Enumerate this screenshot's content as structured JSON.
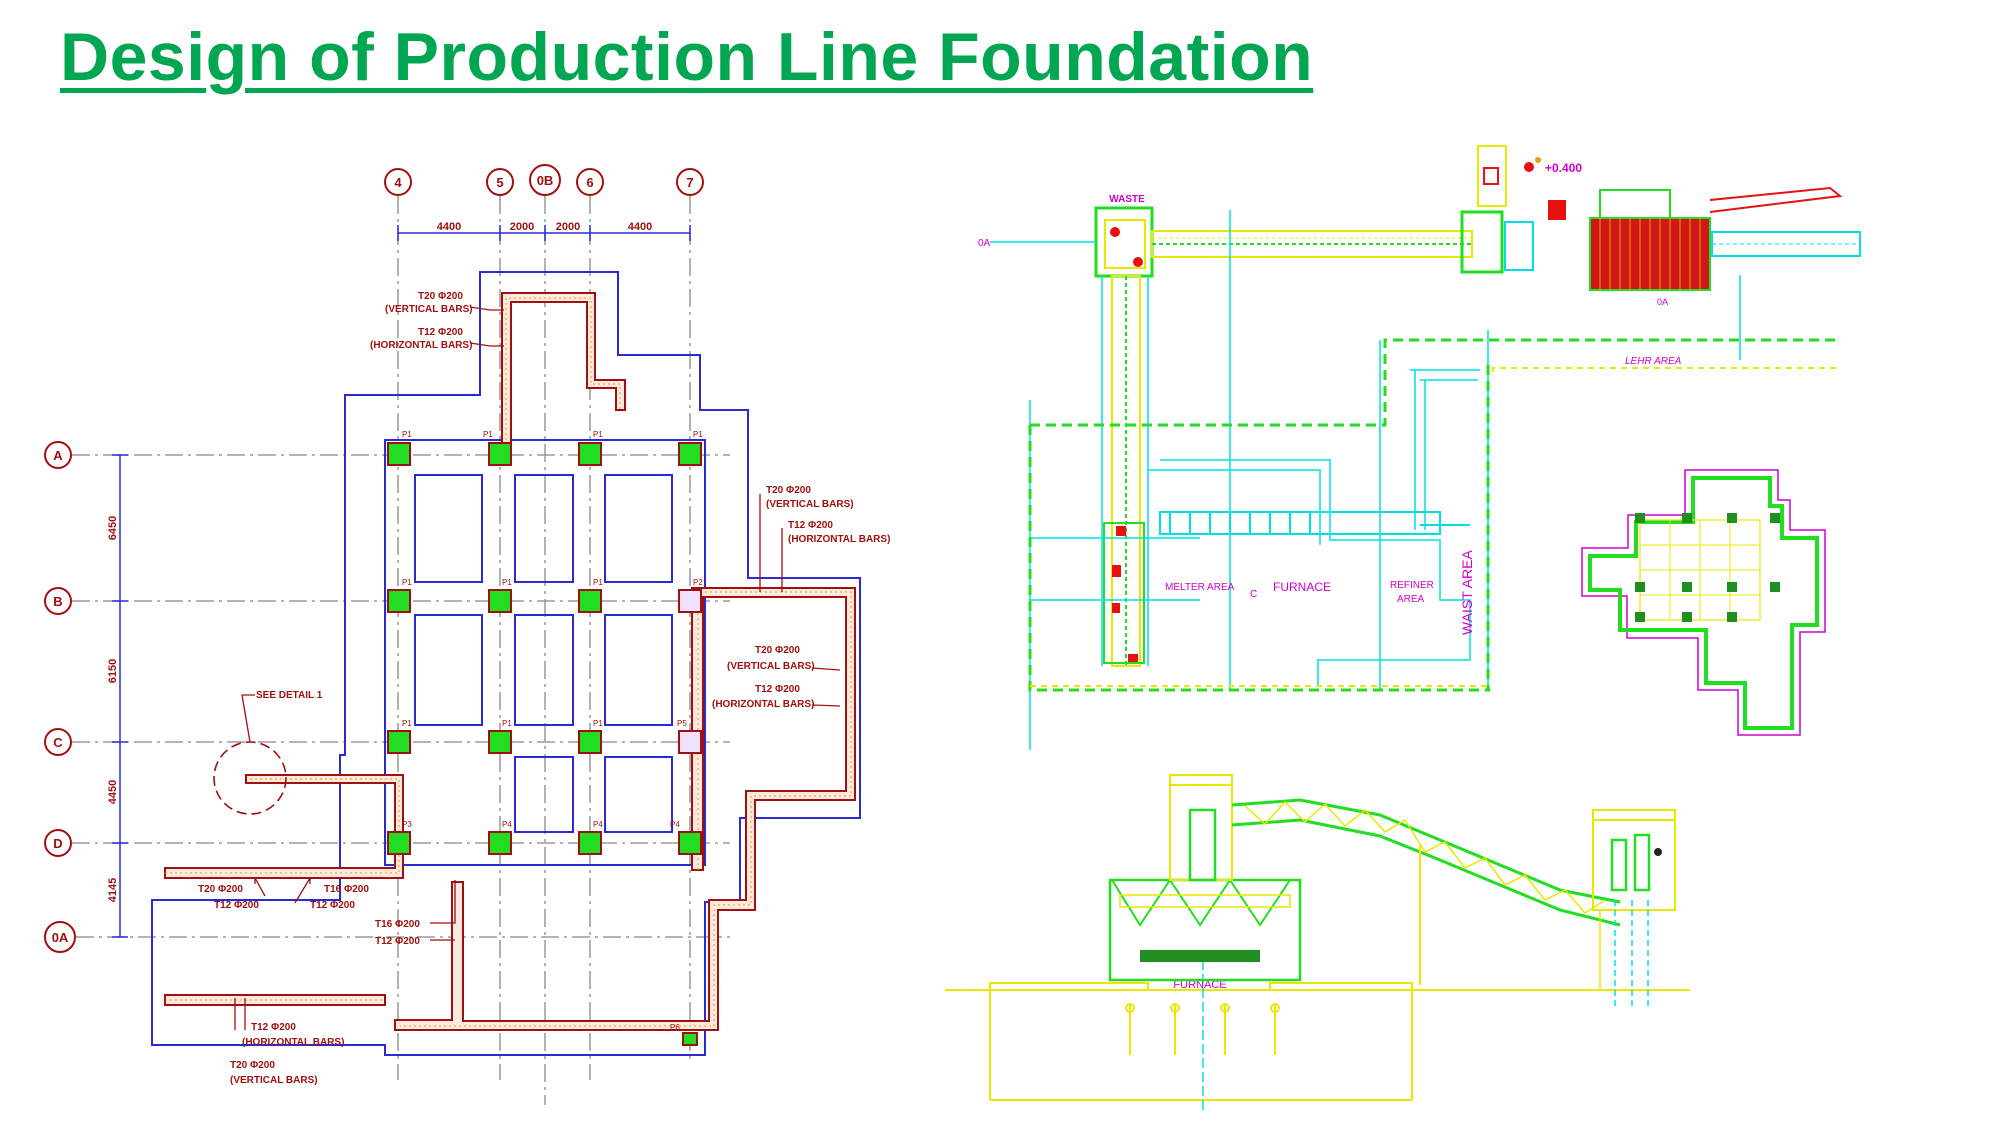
{
  "slide": {
    "title": "Design of Production Line Foundation"
  },
  "foundation_plan": {
    "grid_columns": [
      "4",
      "5",
      "0B",
      "6",
      "7"
    ],
    "grid_rows": [
      "A",
      "B",
      "C",
      "D",
      "0A"
    ],
    "column_dims": [
      "4400",
      "2000",
      "2000",
      "4400"
    ],
    "row_dims": [
      "6450",
      "6150",
      "4450",
      "4145"
    ],
    "pile_labels": {
      "p1": "P1",
      "p2": "P2",
      "p3": "P3",
      "p4": "P4",
      "p5": "P5",
      "p6": "P6"
    },
    "callouts": {
      "top_vert": "T20 Φ200",
      "top_vert_note": "(VERTICAL BARS)",
      "top_horiz": "T12 Φ200",
      "top_horiz_note": "(HORIZONTAL BARS)",
      "right1_vert": "T20 Φ200",
      "right1_vert_note": "(VERTICAL BARS)",
      "right1_horiz": "T12 Φ200",
      "right1_horiz_note": "(HORIZONTAL BARS)",
      "right2_vert": "T20 Φ200",
      "right2_vert_note": "(VERTICAL BARS)",
      "right2_horiz": "T12 Φ200",
      "right2_horiz_note": "(HORIZONTAL BARS)",
      "see_detail": "SEE DETAIL 1",
      "left_a1": "T20 Φ200",
      "left_a2": "T12 Φ200",
      "left_b1": "T16 Φ200",
      "left_b2": "T12 Φ200",
      "mid_1": "T16 Φ200",
      "mid_2": "T12 Φ200",
      "bot_horiz": "T12 Φ200",
      "bot_horiz_note": "(HORIZONTAL BARS)",
      "bot_vert": "T20 Φ200",
      "bot_vert_note": "(VERTICAL BARS)"
    }
  },
  "layout_plan": {
    "waste": "WASTE",
    "elevation": "+0.400",
    "axis_left": "0A",
    "axis_mid": "0A",
    "lehr_area": "LEHR AREA",
    "melter_area": "MELTER AREA",
    "cl": "C",
    "furnace": "FURNACE",
    "refiner_1": "REFINER",
    "refiner_2": "AREA",
    "waist_area": "WAIST AREA"
  },
  "section_view": {
    "furnace": "FURNACE"
  },
  "colors": {
    "title_green": "#00a651",
    "cad_blue": "#2b2bd6",
    "cad_red": "#a01010",
    "cad_green": "#22dd22",
    "cad_yellow": "#e8e800",
    "cad_cyan": "#00e0e0",
    "cad_magenta": "#d000d0",
    "cad_orange": "#f0a000"
  }
}
